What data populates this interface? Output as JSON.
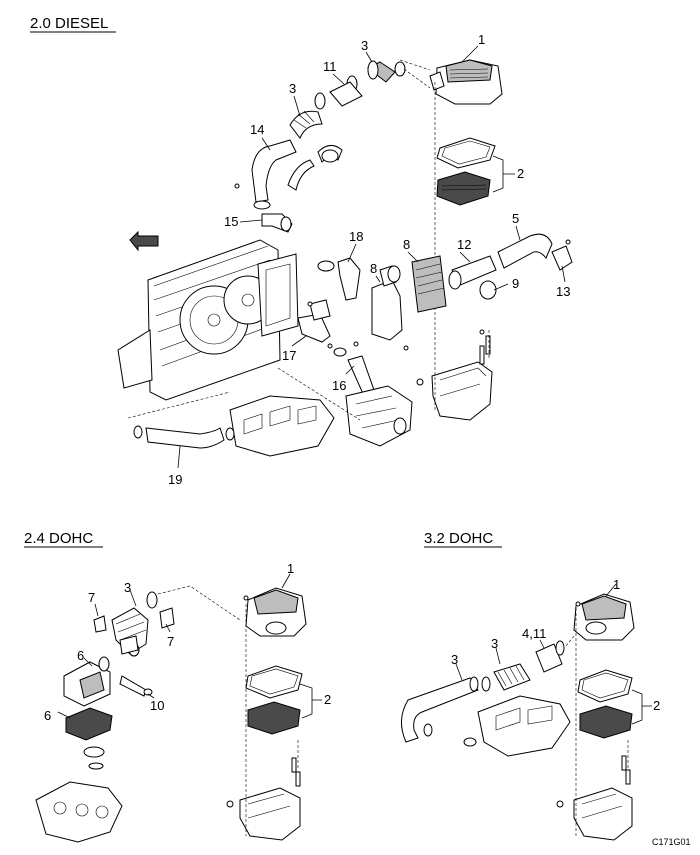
{
  "sections": {
    "diesel": "2.0 DIESEL",
    "dohc24": "2.4 DOHC",
    "dohc32": "3.2 DOHC"
  },
  "figure_code": "C171G01",
  "callouts": {
    "diesel": [
      "1",
      "2",
      "3",
      "3",
      "11",
      "14",
      "15",
      "18",
      "8",
      "8",
      "12",
      "5",
      "9",
      "13",
      "17",
      "16",
      "19"
    ],
    "dohc24": [
      "1",
      "2",
      "3",
      "7",
      "7",
      "6",
      "6",
      "10"
    ],
    "dohc32": [
      "1",
      "2",
      "3",
      "3",
      "4,11"
    ]
  }
}
